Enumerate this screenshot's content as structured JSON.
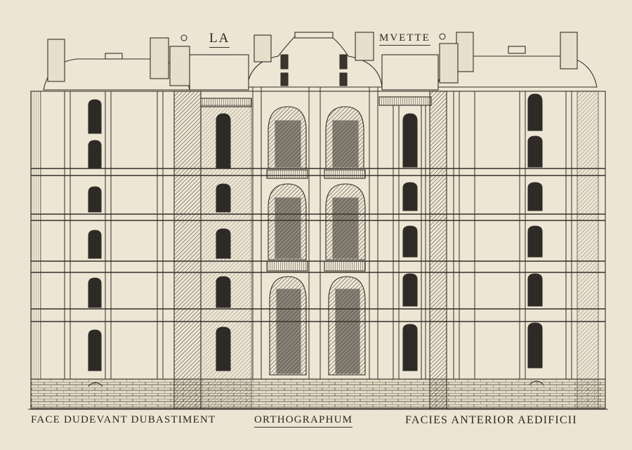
{
  "title": {
    "left": "LA",
    "right": "MVETTE"
  },
  "captions": {
    "left": "Face dudevant dubastiment",
    "center": "Orthographum",
    "right": "Facies anterior aedificii"
  },
  "colors": {
    "paper": "#ece5d3",
    "ink": "#2a2622"
  }
}
